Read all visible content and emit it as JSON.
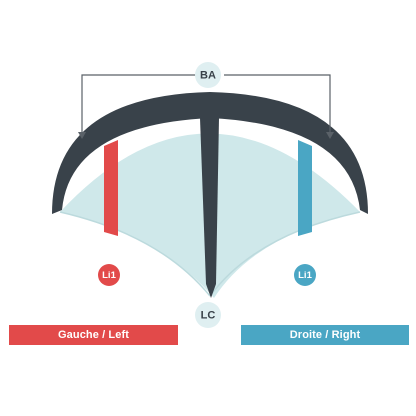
{
  "labels": {
    "leading_edge": "BA",
    "strut": "LC",
    "left_line": "Li1",
    "right_line": "Li1"
  },
  "sides": {
    "left": "Gauche / Left",
    "right": "Droite / Right"
  },
  "colors": {
    "canopy": "#cfe8ea",
    "frame": "#39424a",
    "left_accent": "#e24a4a",
    "right_accent": "#4aa6c4",
    "bubble": "#dfeff1"
  }
}
